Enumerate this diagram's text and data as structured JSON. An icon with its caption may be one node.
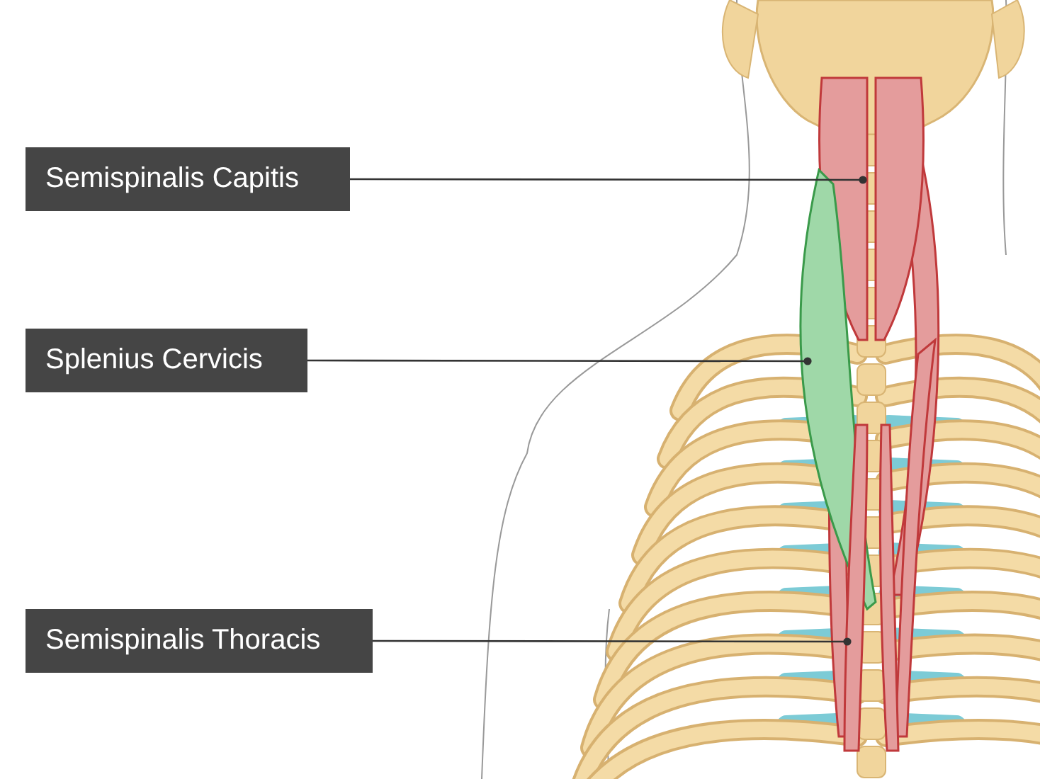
{
  "diagram": {
    "nodes": [
      {
        "text": [
          "Semispinalis Capitis"
        ]
      },
      {
        "text": [
          "Splenius Cervicis"
        ]
      },
      {
        "text": [
          "Semispinalis Thoracis"
        ]
      },
      {
        "text": [],
        "shape": "picture"
      },
      {
        "text": [],
        "shape": "picture"
      },
      {
        "text": [],
        "shape": "picture"
      }
    ],
    "edges": [
      {
        "from": 0,
        "to": 3,
        "arrow": "other"
      },
      {
        "from": 1,
        "to": 4,
        "arrow": "other"
      },
      {
        "from": 2,
        "to": 5,
        "arrow": "other"
      }
    ]
  }
}
